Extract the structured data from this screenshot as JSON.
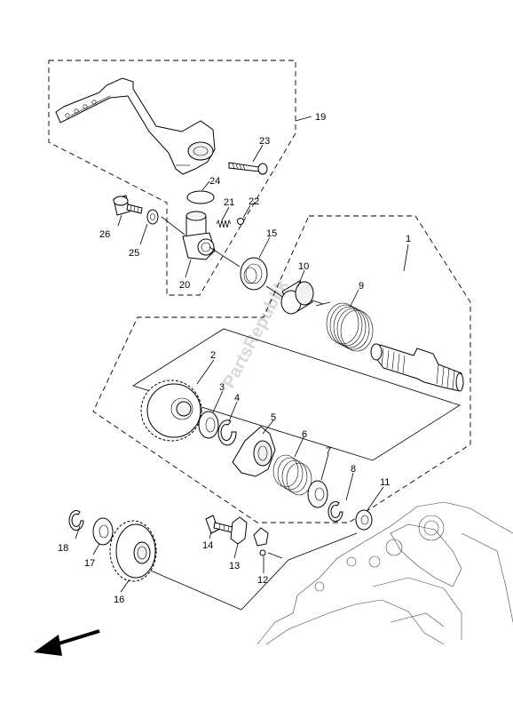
{
  "diagram": {
    "watermark": "PartsRepublik",
    "parts": [
      {
        "id": "1",
        "label": "1"
      },
      {
        "id": "2",
        "label": "2"
      },
      {
        "id": "3",
        "label": "3"
      },
      {
        "id": "4",
        "label": "4"
      },
      {
        "id": "5",
        "label": "5"
      },
      {
        "id": "6",
        "label": "6"
      },
      {
        "id": "7",
        "label": "7"
      },
      {
        "id": "8",
        "label": "8"
      },
      {
        "id": "9",
        "label": "9"
      },
      {
        "id": "10",
        "label": "10"
      },
      {
        "id": "11",
        "label": "11"
      },
      {
        "id": "12",
        "label": "12"
      },
      {
        "id": "13",
        "label": "13"
      },
      {
        "id": "14",
        "label": "14"
      },
      {
        "id": "15",
        "label": "15"
      },
      {
        "id": "16",
        "label": "16"
      },
      {
        "id": "17",
        "label": "17"
      },
      {
        "id": "18",
        "label": "18"
      },
      {
        "id": "19",
        "label": "19"
      },
      {
        "id": "20",
        "label": "20"
      },
      {
        "id": "21",
        "label": "21"
      },
      {
        "id": "22",
        "label": "22"
      },
      {
        "id": "23",
        "label": "23"
      },
      {
        "id": "24",
        "label": "24"
      },
      {
        "id": "25",
        "label": "25"
      },
      {
        "id": "26",
        "label": "26"
      }
    ]
  }
}
